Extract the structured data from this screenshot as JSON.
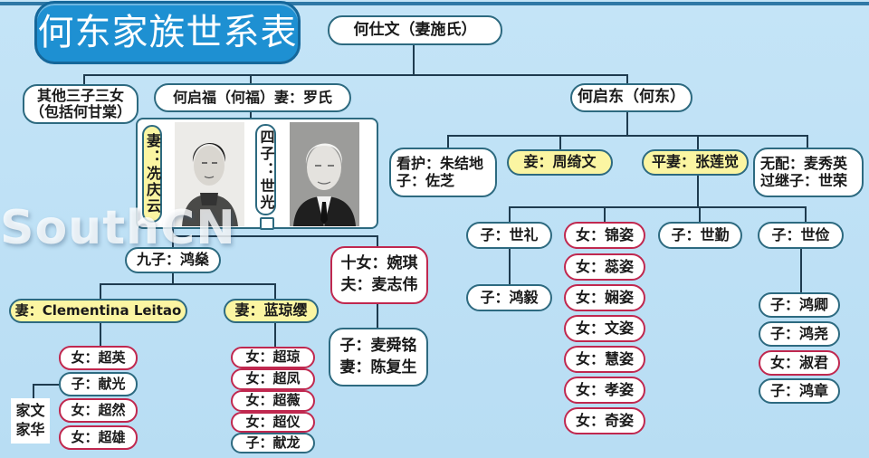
{
  "title": "何东家族世系表",
  "watermark": "SouthCN",
  "colors": {
    "background": "#bde0f5",
    "title_bg": "#1e90d2",
    "node_border": "#2d6a80",
    "female_border": "#c0284f",
    "spouse_fill": "#fbf5a2",
    "line": "#1e3b4f"
  },
  "root": {
    "label": "何仕文（妻施氏）"
  },
  "generation2": {
    "others": {
      "line1": "其他三子三女",
      "line2": "（包括何甘棠）"
    },
    "ho_kai_fuk": {
      "label": "何启福（何福）妻：罗氏"
    },
    "ho_kai_tung": {
      "label": "何启东（何东）"
    }
  },
  "ho_fuk_branch": {
    "wife_pill": "妻：冼庆云",
    "son_pill": "四子：世光",
    "photos": [
      "woman-portrait",
      "man-portrait"
    ],
    "ninth_son": "九子：鸿燊",
    "tenth_daughter": {
      "line1": "十女：婉琪",
      "line2": "夫：麦志伟"
    },
    "tenth_daughter_children": {
      "line1": "子：麦舜铭",
      "line2": "妻：陈复生"
    },
    "wife_clementina": "妻：Clementina Leitao",
    "wife_lam": "妻：蓝琼缨",
    "clementina_children": [
      {
        "label": "女：超英",
        "gender": "female"
      },
      {
        "label": "子：献光",
        "gender": "male"
      },
      {
        "label": "女：超然",
        "gender": "female"
      },
      {
        "label": "女：超雄",
        "gender": "female"
      }
    ],
    "grandchildren_label": {
      "line1": "家文",
      "line2": "家华"
    },
    "lam_children": [
      {
        "label": "女：超琼",
        "gender": "female"
      },
      {
        "label": "女：超凤",
        "gender": "female"
      },
      {
        "label": "女：超薇",
        "gender": "female"
      },
      {
        "label": "女：超仪",
        "gender": "female"
      },
      {
        "label": "子：献龙",
        "gender": "male"
      }
    ]
  },
  "ho_tung_branch": {
    "nurse": {
      "line1": "看护：朱结地",
      "line2": "子：佐芝"
    },
    "concubine": "妾：周绮文",
    "equal_wife": "平妻：张莲觉",
    "wife_mak": {
      "line1": "无配：麦秀英",
      "line2": "过继子：世荣"
    },
    "children": {
      "sai_lai": "子：世礼",
      "sai_lai_son": "子：鸿毅",
      "daughters": [
        "女：锦姿",
        "女：蕊姿",
        "女：娴姿",
        "女：文姿",
        "女：慧姿",
        "女：孝姿",
        "女：奇姿"
      ],
      "sai_kan": "子：世勤",
      "sai_kim": "子：世俭",
      "sai_kim_children": [
        {
          "label": "子：鸿卿",
          "gender": "male"
        },
        {
          "label": "子：鸿尧",
          "gender": "male"
        },
        {
          "label": "女：淑君",
          "gender": "female"
        },
        {
          "label": "子：鸿章",
          "gender": "male"
        }
      ]
    }
  }
}
